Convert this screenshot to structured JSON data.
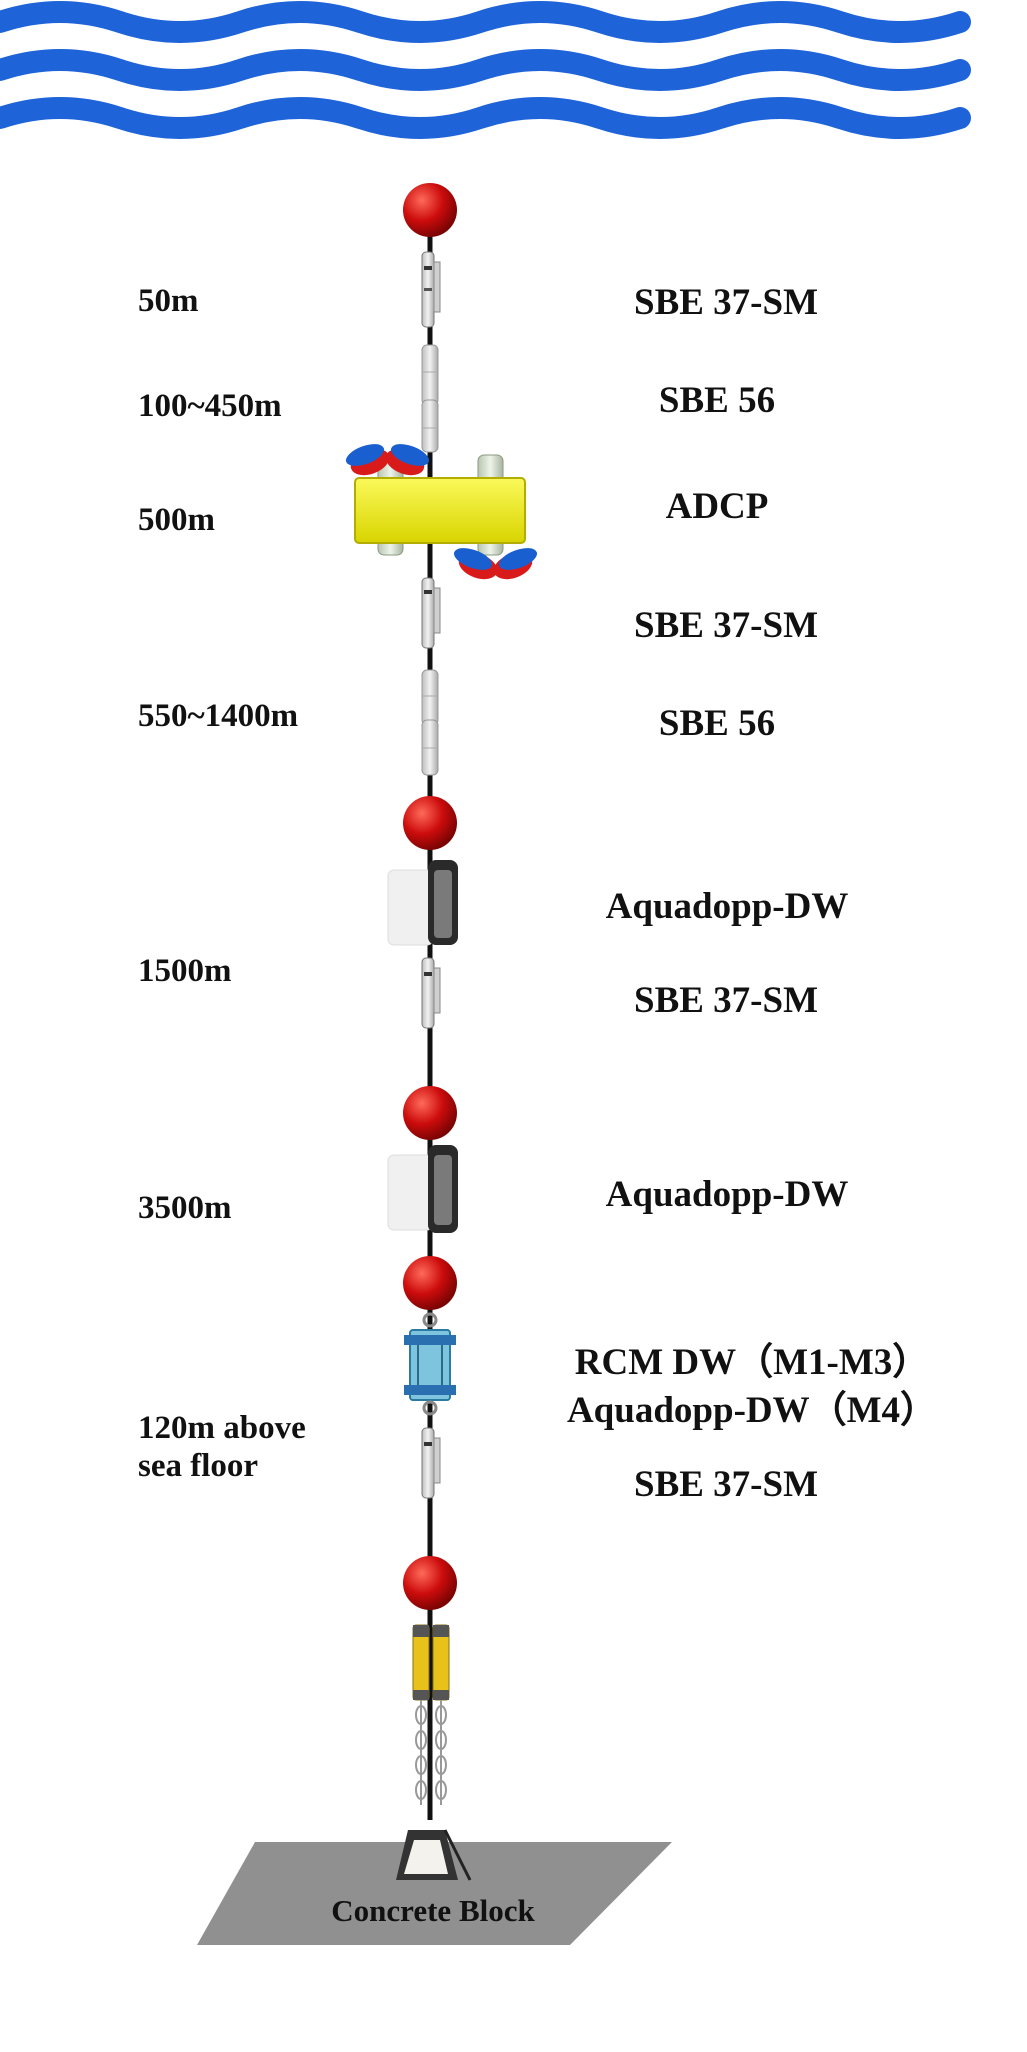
{
  "colors": {
    "wave": "#1e63d8",
    "float": "#cc0c0c",
    "float_highlight": "#ff6a5a",
    "adcp_frame": "#f2ef13",
    "adcp_float_blue": "#1a5fd0",
    "adcp_float_red": "#d81a1a",
    "mooring_line": "#111111",
    "sensor_body": "#d9d9d9",
    "seabed": "#909090",
    "anchor": "#333333",
    "release": "#e8c21a"
  },
  "depth_labels": [
    "50m",
    "100~450m",
    "500m",
    "550~1400m",
    "1500m",
    "3500m",
    "120m above",
    "sea floor"
  ],
  "instrument_labels": [
    "SBE 37-SM",
    "SBE 56",
    "ADCP",
    "SBE 37-SM",
    "SBE 56",
    "Aquadopp-DW",
    "SBE 37-SM",
    "Aquadopp-DW",
    "RCM DW（M1-M3）",
    "Aquadopp-DW（M4）",
    "SBE 37-SM"
  ],
  "seabed_label": "Concrete Block"
}
